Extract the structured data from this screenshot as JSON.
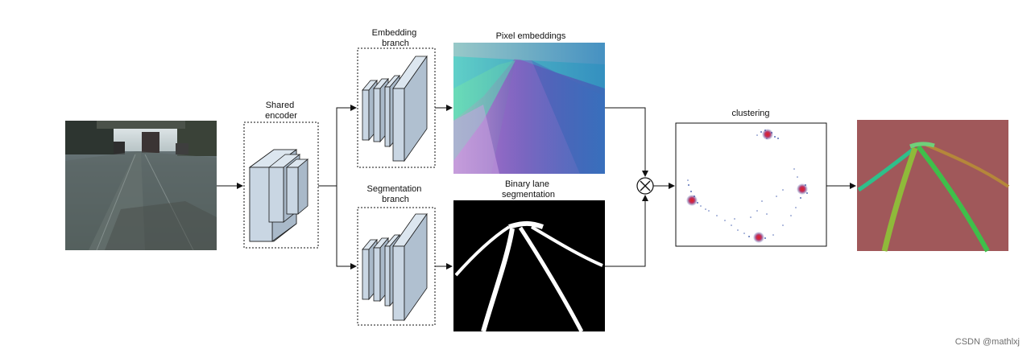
{
  "labels": {
    "shared_encoder": [
      "Shared",
      "encoder"
    ],
    "embedding_branch": [
      "Embedding",
      "branch"
    ],
    "segmentation_branch": [
      "Segmentation",
      "branch"
    ],
    "pixel_embeddings": "Pixel embeddings",
    "binary_lane_segmentation": [
      "Binary lane",
      "segmentation"
    ],
    "clustering": "clustering"
  },
  "watermark": "CSDN @mathlxj",
  "colors": {
    "block_fill": "#c9d6e3",
    "block_stroke": "#1a1a1a",
    "result_background": "#a0585a",
    "lane_green": "#3fbf4a",
    "lane_teal": "#2fbf8a",
    "lane_olive": "#8fba3a",
    "lane_brown": "#b5873a",
    "embedding_purple": "#7a3fa8",
    "embedding_cyan": "#4fd9c6",
    "cluster_red": "#e02020",
    "cluster_blue": "#1f3fa0"
  },
  "images": {
    "input": "road-camera-photo",
    "embedding": "pixel-embedding-map",
    "segmentation": "binary-lane-mask",
    "clustering": "clustering-scatter",
    "output": "instance-lane-result"
  },
  "icons": {
    "merge": "multiply-circle-icon"
  }
}
